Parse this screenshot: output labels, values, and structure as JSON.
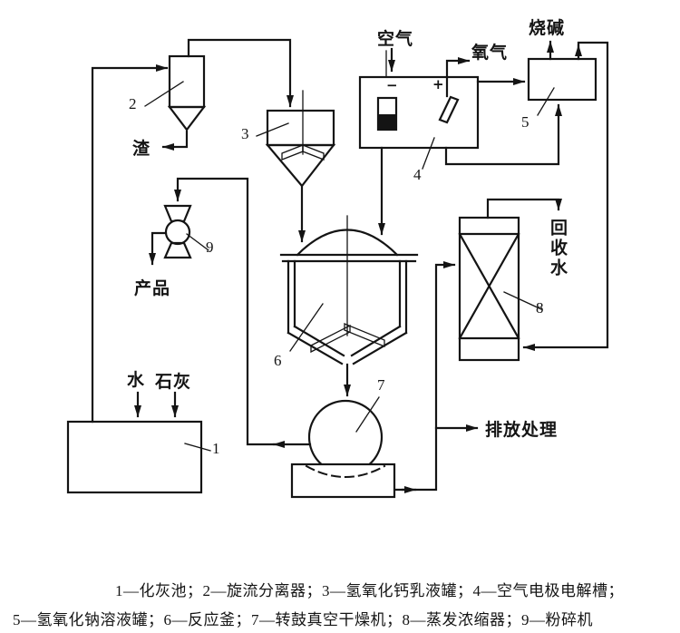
{
  "figure": {
    "colors": {
      "ink": "#141414",
      "background": "#ffffff"
    }
  },
  "streams": {
    "air": "空气",
    "oxygen": "氧气",
    "caustic_soda": "烧碱",
    "slag": "渣",
    "product": "产品",
    "water": "水",
    "lime": "石灰",
    "recovered_water": "回收水",
    "discharge_treatment": "排放处理"
  },
  "electrodes": {
    "minus": "−",
    "plus": "+"
  },
  "equipment": [
    {
      "num": "1",
      "name": "化灰池"
    },
    {
      "num": "2",
      "name": "旋流分离器"
    },
    {
      "num": "3",
      "name": "氢氧化钙乳液罐"
    },
    {
      "num": "4",
      "name": "空气电极电解槽"
    },
    {
      "num": "5",
      "name": "氢氧化钠溶液罐"
    },
    {
      "num": "6",
      "name": "反应釜"
    },
    {
      "num": "7",
      "name": "转鼓真空干燥机"
    },
    {
      "num": "8",
      "name": "蒸发浓缩器"
    },
    {
      "num": "9",
      "name": "粉碎机"
    }
  ],
  "caption": {
    "line1": "1—化灰池；2—旋流分离器；3—氢氧化钙乳液罐；4—空气电极电解槽；",
    "line2": "5—氢氧化钠溶液罐；6—反应釜；7—转鼓真空干燥机；8—蒸发浓缩器；9—粉碎机"
  }
}
